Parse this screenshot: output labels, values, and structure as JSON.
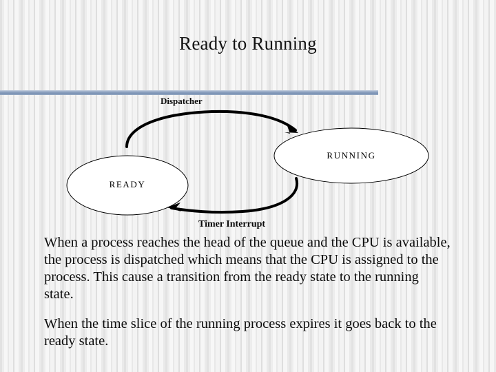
{
  "slide": {
    "title": "Ready to Running",
    "divider_color": "#8aa0bf",
    "background": "vertical-pinstripe-gray"
  },
  "diagram": {
    "type": "state-transition",
    "nodes": [
      {
        "id": "ready",
        "label": "READY",
        "shape": "ellipse"
      },
      {
        "id": "running",
        "label": "RUNNING",
        "shape": "ellipse"
      }
    ],
    "edges": [
      {
        "id": "dispatch",
        "from": "ready",
        "to": "running",
        "label": "Dispatcher"
      },
      {
        "id": "timer-interrupt",
        "from": "running",
        "to": "ready",
        "label": "Timer Interrupt"
      }
    ]
  },
  "body": {
    "paragraphs": [
      "When a process reaches the head of the queue and the CPU is available, the process is dispatched which means that the CPU is assigned to the process. This cause a transition from the ready state to the running state.",
      "When the time slice of the running process expires it goes back to the ready state."
    ]
  }
}
